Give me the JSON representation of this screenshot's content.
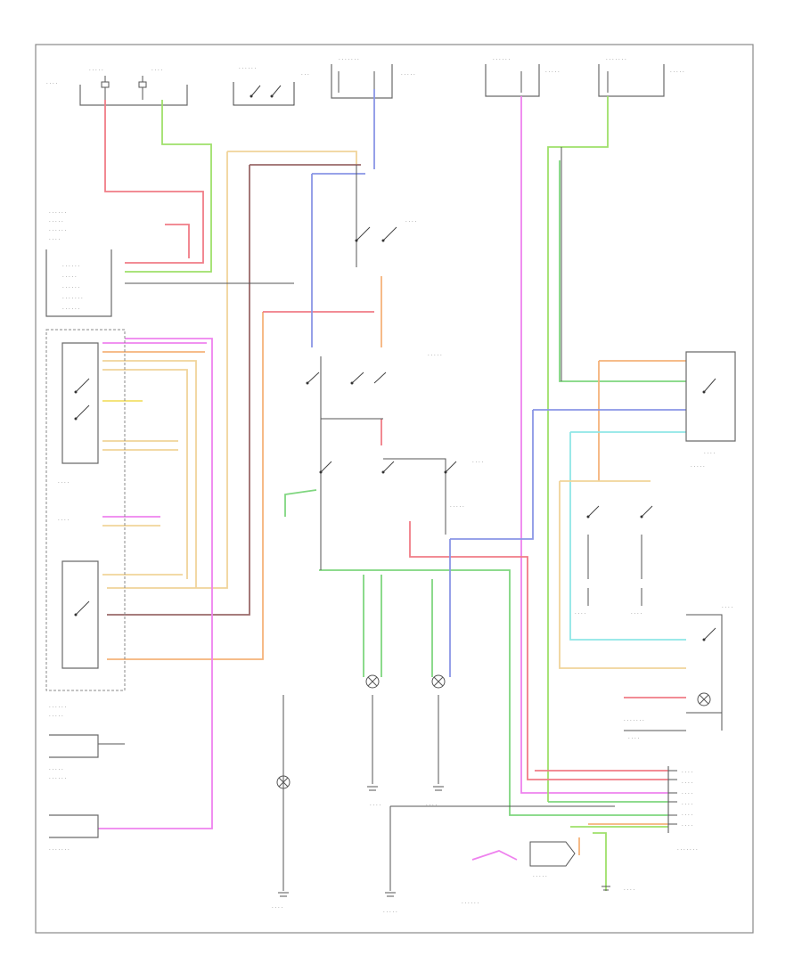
{
  "diagram": {
    "footer_code": "",
    "colors": {
      "red": "#f07c86",
      "pink": "#ee82ee",
      "orange": "#f5b27a",
      "tan": "#f0d49a",
      "green": "#7fd67f",
      "lime": "#9ee06a",
      "blue": "#8a96e6",
      "cyan": "#8fe6e6",
      "brown": "#9a6a6a",
      "yellow": "#f3e06a",
      "black": "#444444"
    },
    "components": [
      {
        "id": "fuse-block-left",
        "label": ""
      },
      {
        "id": "fuse-block-center",
        "label": ""
      },
      {
        "id": "fuse-block-right",
        "label": ""
      },
      {
        "id": "ignition-switch",
        "label": ""
      },
      {
        "id": "headlamp-switch",
        "label": ""
      },
      {
        "id": "dimmer-switch",
        "label": ""
      },
      {
        "id": "lighting-control-module",
        "label": ""
      },
      {
        "id": "fog-lamp-relay",
        "label": ""
      },
      {
        "id": "generic-electronic-module",
        "label": ""
      },
      {
        "id": "left-headlamp",
        "label": ""
      },
      {
        "id": "right-headlamp",
        "label": ""
      },
      {
        "id": "fog-lamp-switch",
        "label": ""
      },
      {
        "id": "fog-lamp-indicator",
        "label": ""
      },
      {
        "id": "high-beam-indicator",
        "label": ""
      },
      {
        "id": "instrument-cluster",
        "label": ""
      },
      {
        "id": "daytime-running-lamp-module",
        "label": ""
      }
    ]
  }
}
